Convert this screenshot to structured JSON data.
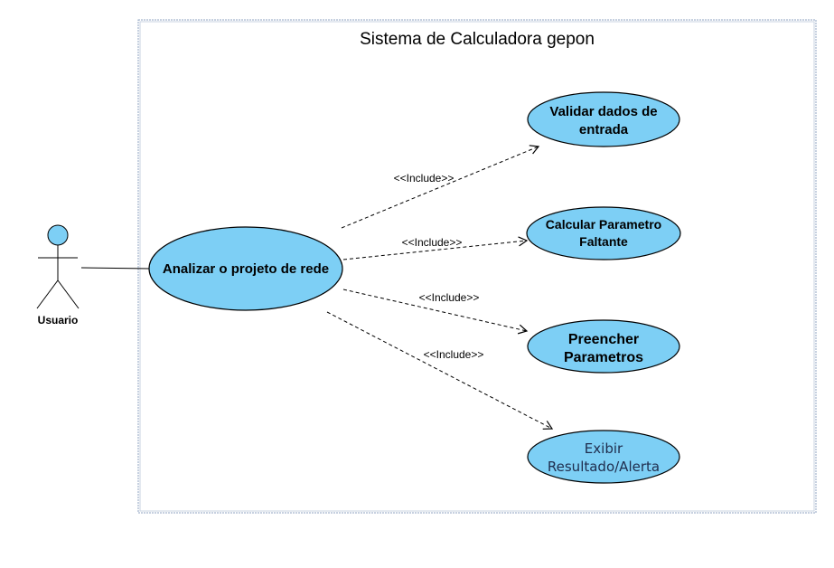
{
  "system": {
    "title": "Sistema de Calculadora gepon"
  },
  "actor": {
    "name": "Usuario"
  },
  "use_cases": {
    "main": {
      "label": "Analizar o projeto de rede"
    },
    "validar": {
      "line1": "Validar dados de",
      "line2": "entrada"
    },
    "calcular": {
      "line1": "Calcular Parametro",
      "line2": "Faltante"
    },
    "preencher": {
      "line1": "Preencher",
      "line2": "Parametros"
    },
    "exibir": {
      "line1": "Exibir",
      "line2": "Resultado/Alerta"
    }
  },
  "relations": {
    "include_1": "<<Include>>",
    "include_2": "<<Include>>",
    "include_3": "<<Include>>",
    "include_4": "<<Include>>"
  },
  "colors": {
    "use_case_fill": "#7dcff5",
    "stroke": "#000000",
    "system_border": "#8fa3c0"
  }
}
